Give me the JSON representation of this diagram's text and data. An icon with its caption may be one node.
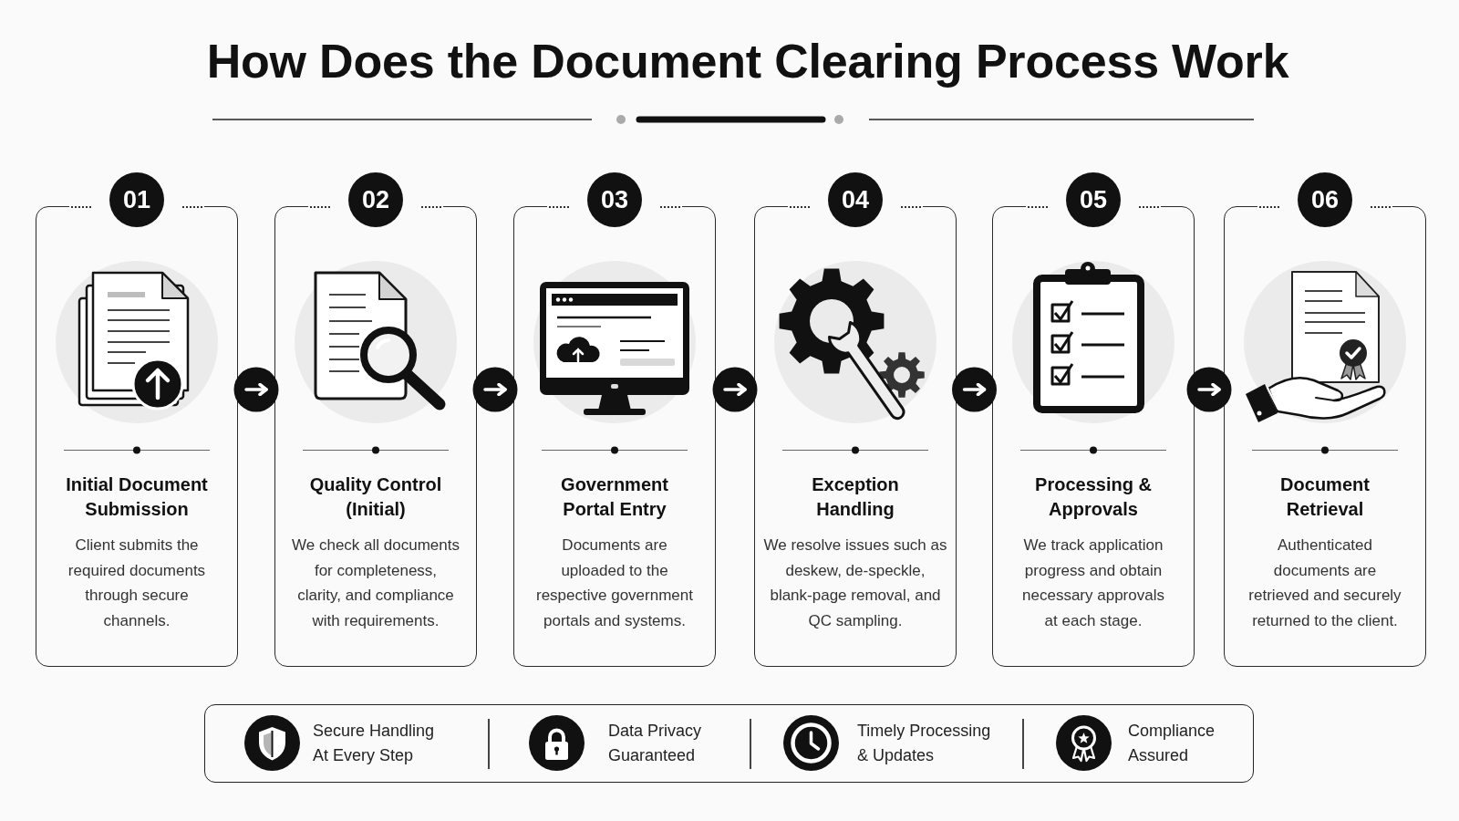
{
  "diagram": {
    "title": "How Does the Document Clearing Process Work",
    "nodes": [
      {
        "text": [
          "01",
          "Initial Document Submission",
          "Client submits the required documents through secure channels."
        ]
      },
      {
        "text": [
          "02",
          "Quality Control (Initial)",
          "We check all documents for completeness, clarity, and compliance with requirements."
        ]
      },
      {
        "text": [
          "03",
          "Government Portal Entry",
          "Documents are uploaded to the respective government portals and systems."
        ]
      },
      {
        "text": [
          "04",
          "Exception Handling",
          "We resolve issues such as deskew, de-speckle, blank-page removal, and QC sampling."
        ]
      },
      {
        "text": [
          "05",
          "Processing & Approvals",
          "We track application progress and obtain necessary approvals at each stage."
        ]
      },
      {
        "text": [
          "06",
          "Document Retrieval",
          "Authenticated documents are retrieved and securely returned to the client."
        ]
      },
      {
        "text": [
          "Secure Handling At Every Step",
          "Data Privacy Guaranteed",
          "Timely Processing & Updates",
          "Compliance Assured"
        ]
      }
    ],
    "edges": [
      {
        "from": 0,
        "to": 1,
        "arrow": "to"
      },
      {
        "from": 1,
        "to": 2,
        "arrow": "to"
      },
      {
        "from": 2,
        "to": 3,
        "arrow": "to"
      },
      {
        "from": 3,
        "to": 4,
        "arrow": "to"
      },
      {
        "from": 4,
        "to": 5,
        "arrow": "to"
      }
    ]
  }
}
